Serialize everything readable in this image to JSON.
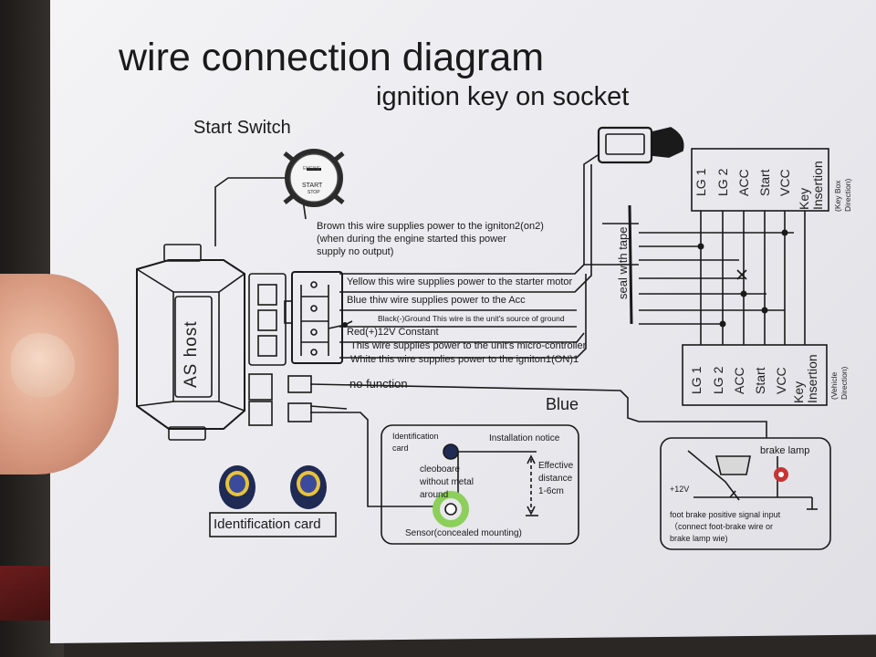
{
  "diagram": {
    "title": "wire connection diagram",
    "subtitle": "ignition key on socket",
    "start_switch_label": "Start Switch",
    "start_button": {
      "top": "ENGINE",
      "main": "START",
      "bottom": "STOP"
    },
    "host_label": "AS host",
    "brown_wire_lines": [
      "Brown this wire supplies power to the igniton2(on2)",
      "(when during the engine started this power",
      "supply no output)"
    ],
    "wires": [
      "Yellow this wire supplies power to the starter motor",
      "Blue thiw wire supplies power to the Acc",
      "Black(-)Ground This wire is the unit's source of ground",
      "Red(+)12V Constant",
      "This wire supplies power to the unit's micro-controller",
      "White this wire supplies power to the igniton1(ON)1"
    ],
    "no_function": "no function",
    "blue_label": "Blue",
    "seal_label": "seal with tape",
    "key_box_pins": [
      "LG 1",
      "LG 2",
      "ACC",
      "Start",
      "VCC",
      "Key Insertion"
    ],
    "key_box_direction": [
      "(Key Box",
      "Direction)"
    ],
    "vehicle_pins": [
      "LG 1",
      "LG 2",
      "ACC",
      "Start",
      "VCC",
      "Key Insertion"
    ],
    "vehicle_direction": [
      "(Vehicle",
      "Direction)"
    ],
    "card_label": "Identification card",
    "sensor_box": {
      "id_card": [
        "Identification",
        "card"
      ],
      "installation_notice": "Installation notice",
      "cleo": [
        "cleoboare",
        "without metal",
        "around"
      ],
      "effective": [
        "Effective",
        "distance",
        "1-6cm"
      ],
      "sensor": "Sensor(concealed mounting)"
    },
    "brake_box": {
      "brake_lamp": "brake lamp",
      "plus12v": "+12V",
      "notes": [
        "foot brake positive signal input",
        "（connect foot-brake wire or",
        "brake lamp wie)"
      ]
    }
  },
  "colors": {
    "ink": "#1a1a1a",
    "sensor_ring": "#8ccf5a",
    "card_blue": "#2a3570",
    "card_ring": "#e7c33a",
    "brake_red": "#c53535"
  }
}
